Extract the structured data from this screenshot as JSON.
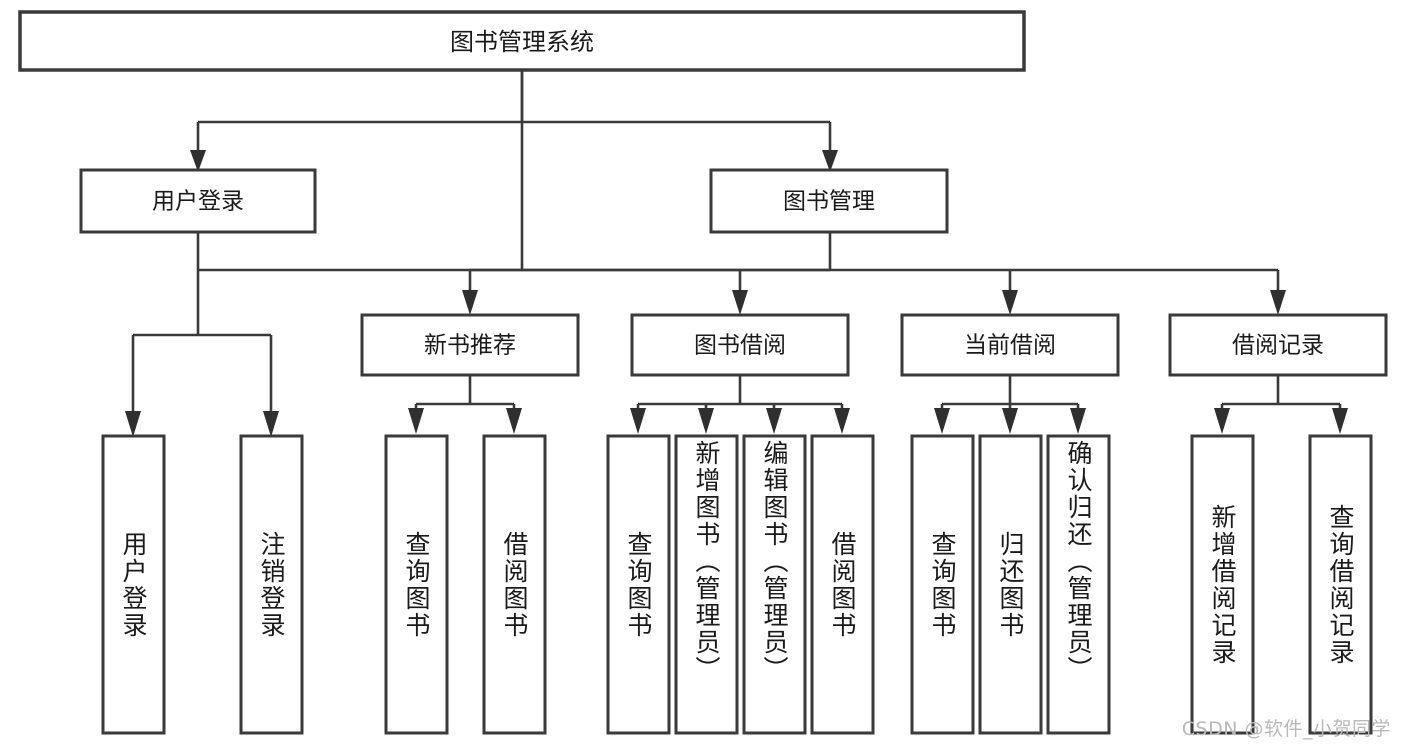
{
  "diagram": {
    "title": "图书管理系统",
    "type": "tree",
    "watermark": "CSDN @软件_小贺同学",
    "colors": {
      "box_stroke": "#3a3a3a",
      "box_fill": "#ffffff",
      "connector": "#3a3a3a",
      "text": "#1a1a1a",
      "watermark": "#b9b9b9",
      "background": "#ffffff"
    },
    "root": {
      "label": "图书管理系统"
    },
    "level1": [
      {
        "label": "用户登录"
      },
      {
        "label": "图书管理"
      }
    ],
    "level2": [
      {
        "label": "新书推荐"
      },
      {
        "label": "图书借阅"
      },
      {
        "label": "当前借阅"
      },
      {
        "label": "借阅记录"
      }
    ],
    "leaves": {
      "user_login": [
        {
          "label": "用户登录"
        },
        {
          "label": "注销登录"
        }
      ],
      "new_book": [
        {
          "label": "查询图书"
        },
        {
          "label": "借阅图书"
        }
      ],
      "book_borrow": [
        {
          "label": "查询图书"
        },
        {
          "label": "新增图书（管理员）"
        },
        {
          "label": "编辑图书（管理员）"
        },
        {
          "label": "借阅图书"
        }
      ],
      "current_borrow": [
        {
          "label": "查询图书"
        },
        {
          "label": "归还图书"
        },
        {
          "label": "确认归还（管理员）"
        }
      ],
      "borrow_record": [
        {
          "label": "新增借阅记录"
        },
        {
          "label": "查询借阅记录"
        }
      ]
    }
  }
}
